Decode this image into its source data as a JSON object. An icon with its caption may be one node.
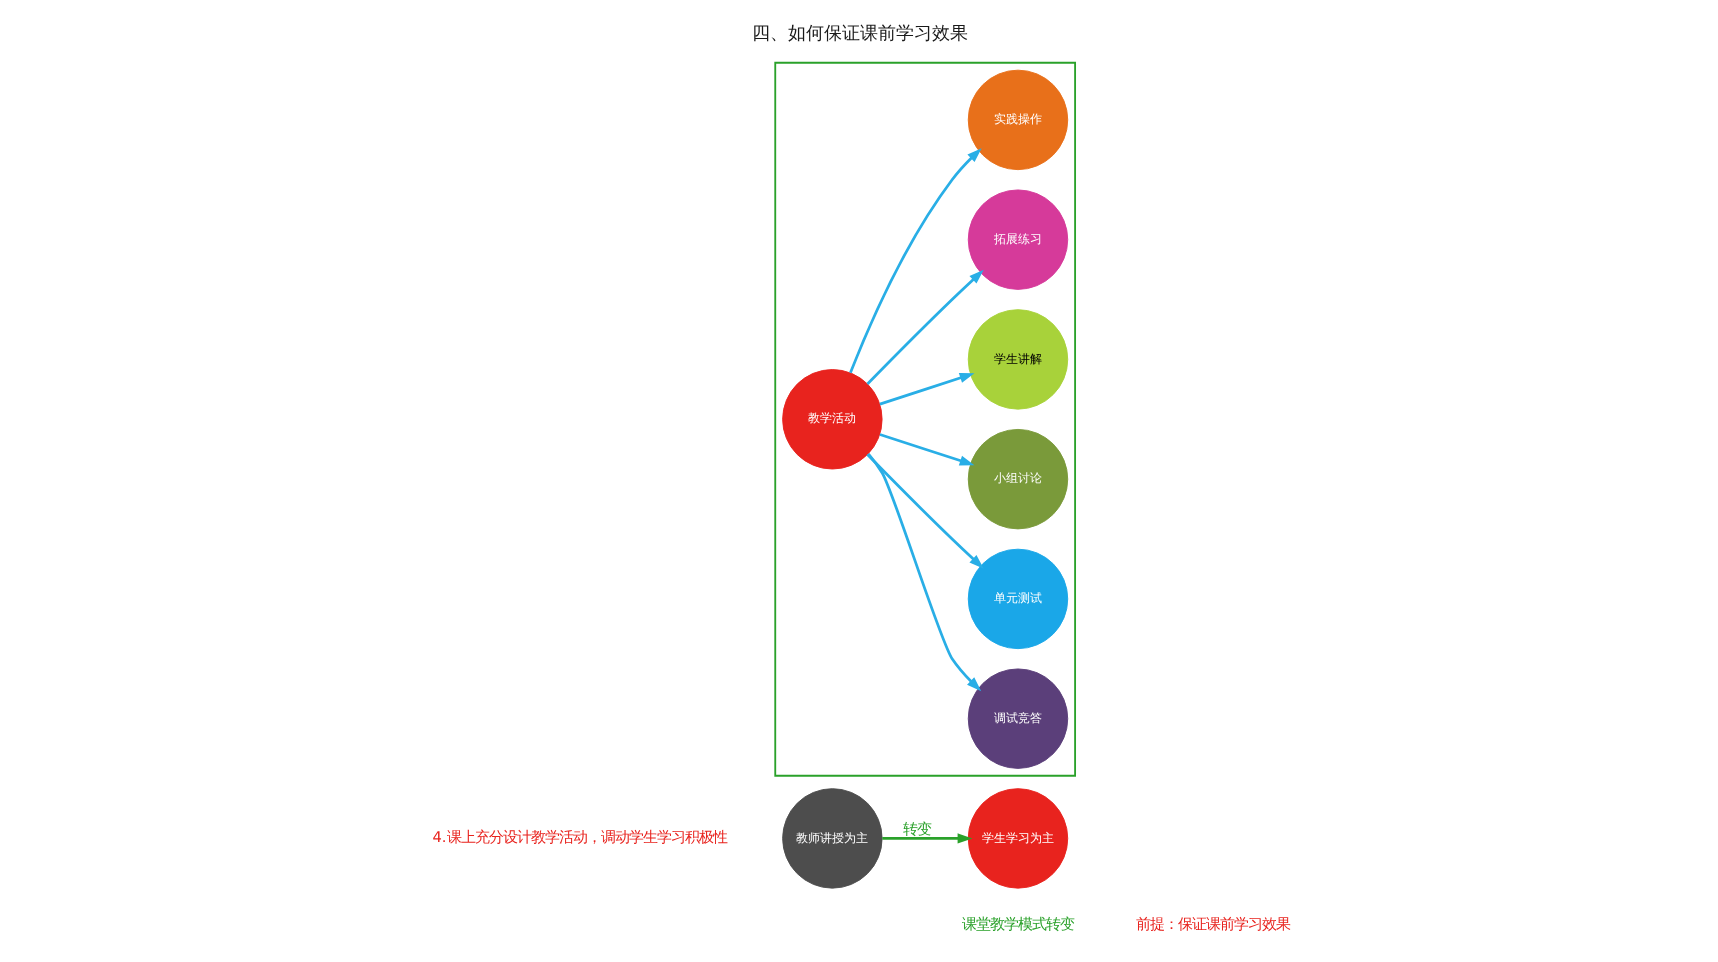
{
  "diagram": {
    "title": "四、如何保证课前学习效果",
    "nodes": [
      {
        "text": [
          "教师讲授为主"
        ]
      },
      {
        "text": [
          "学生学习为主"
        ]
      },
      {
        "text": [],
        "shape": "box"
      },
      {
        "text": [
          "教学活动"
        ],
        "in": 2
      },
      {
        "text": [
          "调试竞答"
        ],
        "in": 2
      },
      {
        "text": [
          "单元测试"
        ],
        "in": 2
      },
      {
        "text": [
          "小组讨论"
        ],
        "in": 2
      },
      {
        "text": [
          "学生讲解"
        ],
        "in": 2
      },
      {
        "text": [
          "拓展练习"
        ],
        "in": 2
      },
      {
        "text": [
          "实践操作"
        ],
        "in": 2
      }
    ],
    "edges": [
      {
        "from": 0,
        "to": 1,
        "arrow": "to",
        "label": "转变",
        "color": "#2aa12a"
      },
      {
        "from": 3,
        "to": 4,
        "arrow": "to"
      },
      {
        "from": 3,
        "to": 5,
        "arrow": "to"
      },
      {
        "from": 3,
        "to": 6,
        "arrow": "to"
      },
      {
        "from": 3,
        "to": 7,
        "arrow": "to"
      },
      {
        "from": 3,
        "to": 8,
        "arrow": "to"
      },
      {
        "from": 3,
        "to": 9,
        "arrow": "to"
      }
    ],
    "labels": [
      "4.课上充分设计教学活动，调动学生学习积极性",
      "课堂教学模式转变",
      "前提：保证课前学习效果"
    ]
  }
}
